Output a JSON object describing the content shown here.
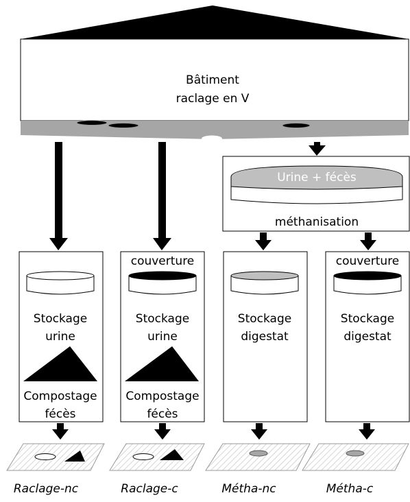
{
  "building": {
    "line1": "Bâtiment",
    "line2": "raclage en V"
  },
  "methanisation": {
    "tank_label": "Urine + fécès",
    "label": "méthanisation"
  },
  "columns": [
    {
      "id": "raclage-nc",
      "cover": "",
      "storage_line1": "Stockage",
      "storage_line2": "urine",
      "compost_line1": "Compostage",
      "compost_line2": "fécès",
      "caption": "Raclage-nc"
    },
    {
      "id": "raclage-c",
      "cover": "couverture",
      "storage_line1": "Stockage",
      "storage_line2": "urine",
      "compost_line1": "Compostage",
      "compost_line2": "fécès",
      "caption": "Raclage-c"
    },
    {
      "id": "metha-nc",
      "cover": "",
      "storage_line1": "Stockage",
      "storage_line2": "digestat",
      "caption": "Métha-nc"
    },
    {
      "id": "metha-c",
      "cover": "couverture",
      "storage_line1": "Stockage",
      "storage_line2": "digestat",
      "caption": "Métha-c"
    }
  ],
  "colors": {
    "floor_gray": "#a6a6a6",
    "liquid_gray": "#bfbfbf",
    "dark_cover": "#000000",
    "hatch": "#bfbfbf"
  }
}
